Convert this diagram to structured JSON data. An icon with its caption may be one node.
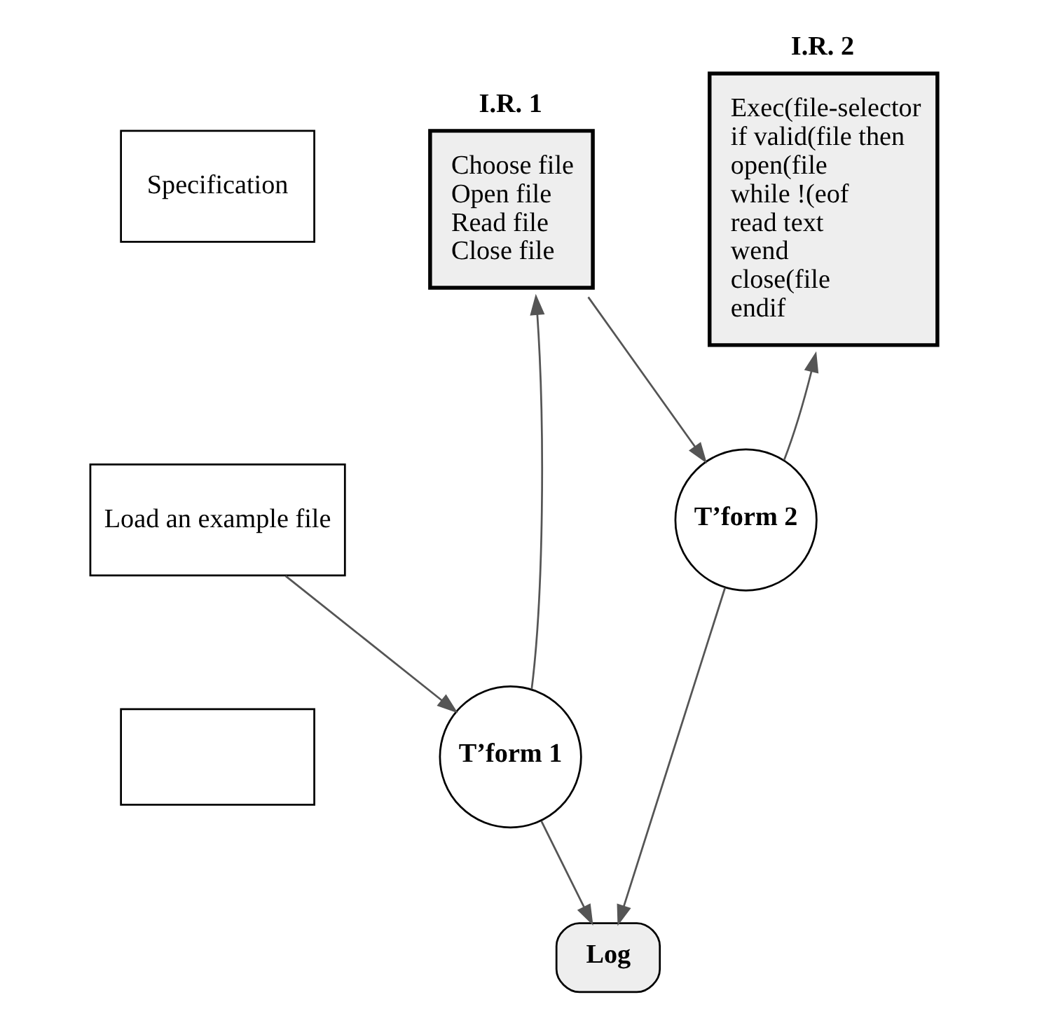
{
  "diagram": {
    "nodes": [
      {
        "text": [
          "Specification"
        ]
      },
      {
        "text": [
          "Load an example file"
        ]
      },
      {
        "text": [],
        "shape": "box"
      },
      {
        "text": [
          "I.R. 1",
          "Choose file",
          "Open file",
          "Read file",
          "Close file"
        ]
      },
      {
        "text": [
          "I.R. 2",
          "Exec(file-selector",
          "if valid(file then",
          "open(file",
          "while !(eof",
          "read text",
          "wend",
          "close(file",
          "endif"
        ]
      },
      {
        "text": [
          "T’form 1"
        ]
      },
      {
        "text": [
          "T’form 2"
        ]
      },
      {
        "text": [
          "Log"
        ]
      }
    ],
    "edges": [
      {
        "from": 1,
        "to": 5,
        "arrow": "to"
      },
      {
        "from": 5,
        "to": 3,
        "arrow": "to"
      },
      {
        "from": 3,
        "to": 6,
        "arrow": "to"
      },
      {
        "from": 6,
        "to": 4,
        "arrow": "to"
      },
      {
        "from": 5,
        "to": 7,
        "arrow": "to"
      },
      {
        "from": 6,
        "to": 7,
        "arrow": "to"
      }
    ]
  }
}
